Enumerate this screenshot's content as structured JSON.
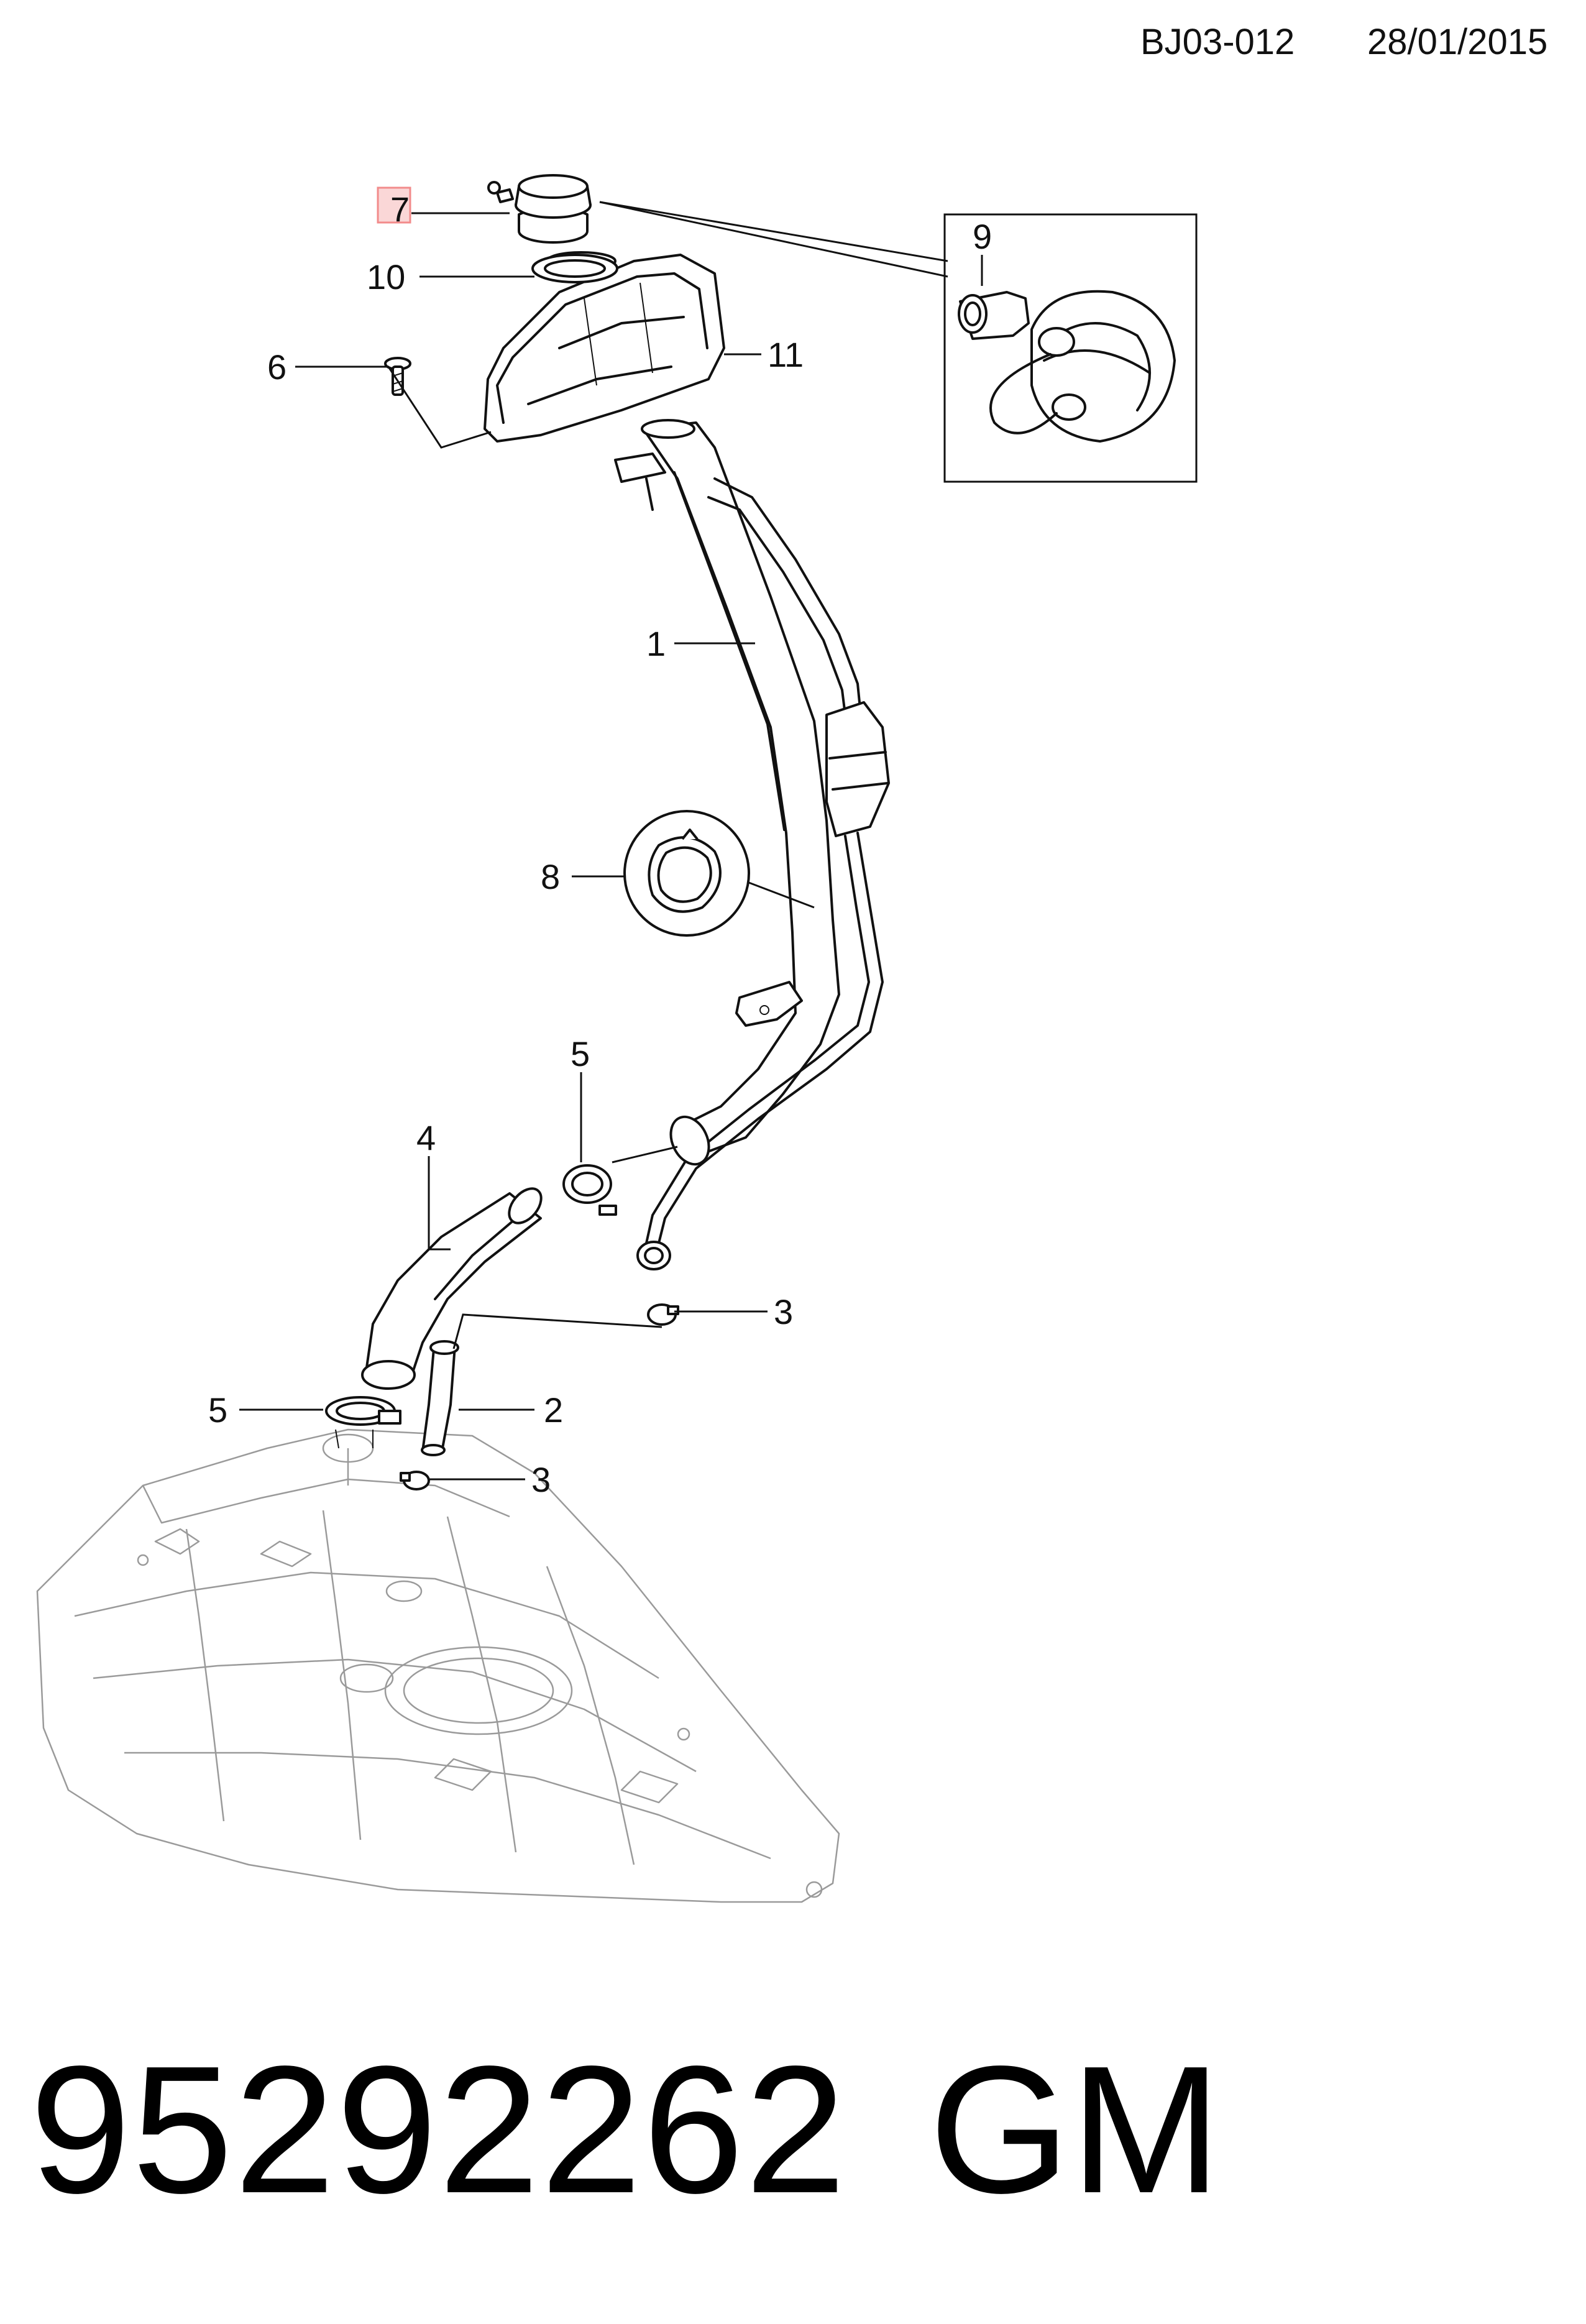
{
  "header": {
    "diagram_code": "BJ03-012",
    "date": "28/01/2015"
  },
  "footer": {
    "part_number": "95292262",
    "manufacturer": "GM"
  },
  "diagram": {
    "callouts": [
      {
        "id": "c1",
        "label": "1"
      },
      {
        "id": "c2",
        "label": "2"
      },
      {
        "id": "c3a",
        "label": "3"
      },
      {
        "id": "c3b",
        "label": "3"
      },
      {
        "id": "c4",
        "label": "4"
      },
      {
        "id": "c5a",
        "label": "5"
      },
      {
        "id": "c5b",
        "label": "5"
      },
      {
        "id": "c6",
        "label": "6"
      },
      {
        "id": "c7",
        "label": "7"
      },
      {
        "id": "c8",
        "label": "8"
      },
      {
        "id": "c9",
        "label": "9"
      },
      {
        "id": "c10",
        "label": "10"
      },
      {
        "id": "c11",
        "label": "11"
      }
    ],
    "highlighted_callout": "7",
    "highlight_color": "#f28b8b",
    "line_color": "#111111",
    "ghost_color": "#9a9a9a"
  }
}
